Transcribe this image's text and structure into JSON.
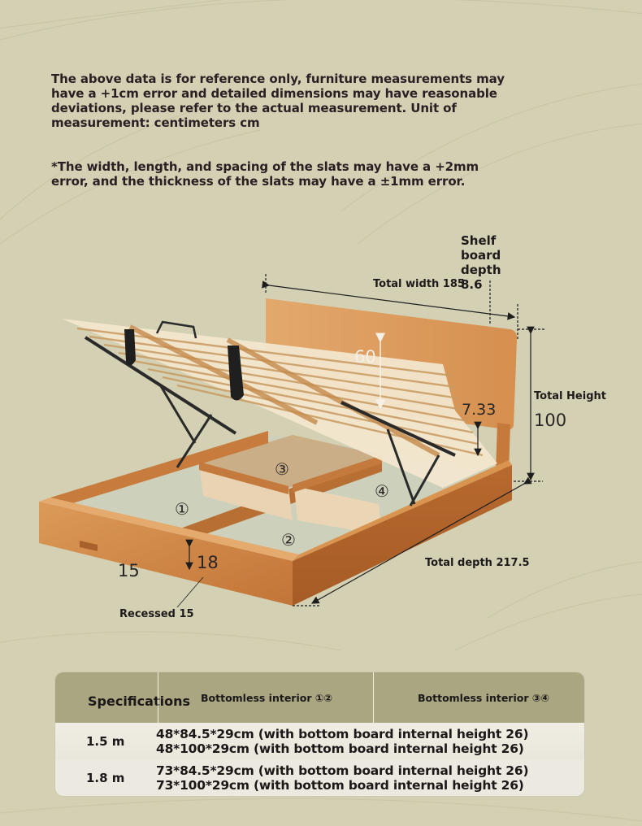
{
  "notes": {
    "reference": "The above data is for reference only, furniture measurements may have a +1cm error and detailed dimensions may have reasonable deviations, please refer to the actual measurement. Unit of measurement: centimeters cm",
    "slats": "*The width, length, and spacing of the slats may have a +2mm error, and the thickness of the slats may have a ±1mm error."
  },
  "diagram": {
    "subject": "Hydraulic lift storage bed with open slatted base and four bottomless compartments",
    "labels": {
      "shelf_board": "Shelf board depth 8.6",
      "total_width": "Total width 185",
      "total_height_label": "Total Height",
      "total_height_value": "100",
      "total_depth": "Total depth 217.5",
      "recessed": "Recessed 15",
      "headboard_height": "60",
      "headboard_gap": "7.33",
      "recess_value": "15",
      "side_rail_height": "18"
    },
    "compartments": [
      "①",
      "②",
      "③",
      "④"
    ],
    "colors": {
      "background": "#d3d0b3",
      "wood": "#c9803f",
      "wood_light": "#e2a86a",
      "slat": "#f0e2c8",
      "mechanism": "#2a2a2a",
      "interior_floor": "#cfd3bd"
    }
  },
  "table": {
    "headers": {
      "spec": "Specifications",
      "col1": "Bottomless interior ①②",
      "col2": "Bottomless interior ③④"
    },
    "rows": [
      {
        "size": "1.5 m",
        "text": "48*84.5*29cm (with bottom board internal height 26) 48*100*29cm (with bottom board internal height 26)"
      },
      {
        "size": "1.8 m",
        "text_line1": "73*84.5*29cm (with bottom board internal height 26)",
        "text_line2": "73*100*29cm (with bottom board internal height 26)"
      }
    ],
    "colors": {
      "header_bg": "#a9a681",
      "row_bg": "#efece4"
    }
  }
}
